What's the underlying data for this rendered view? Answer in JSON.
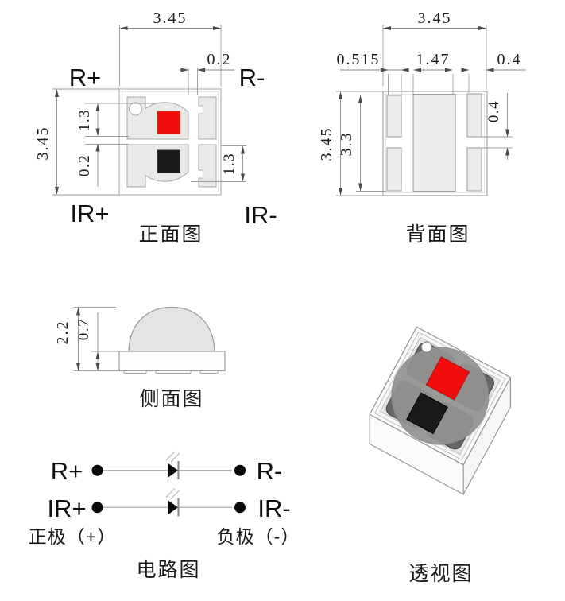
{
  "front_view": {
    "title": "正面图",
    "terminals": {
      "top_left": "R+",
      "top_right": "R-",
      "bottom_left": "IR+",
      "bottom_right": "IR-"
    },
    "dimensions": {
      "width": "3.45",
      "height": "3.45",
      "top_gap": "0.2",
      "upper_pad": "1.3",
      "center_gap": "0.2",
      "lower_pad": "1.3"
    }
  },
  "back_view": {
    "title": "背面图",
    "dimensions": {
      "width": "3.45",
      "height": "3.45",
      "inner_height": "3.3",
      "left_pad": "0.515",
      "center_pad": "1.47",
      "right_margin": "0.4",
      "right_gap": "0.4"
    }
  },
  "side_view": {
    "title": "侧面图",
    "dimensions": {
      "total_height": "2.2",
      "base_height": "0.7"
    }
  },
  "circuit": {
    "title": "电路图",
    "rows": [
      {
        "left": "R+",
        "right": "R-"
      },
      {
        "left": "IR+",
        "right": "IR-"
      }
    ],
    "anode_label": "正极（+）",
    "cathode_label": "负极（-）"
  },
  "perspective": {
    "title": "透视图"
  },
  "colors": {
    "red_chip": "#f20d0d",
    "ir_chip": "#1a1a1a",
    "pad_gray": "#e9e9e7",
    "dome_gray": "#939391",
    "line_gray": "#9a9a98"
  }
}
